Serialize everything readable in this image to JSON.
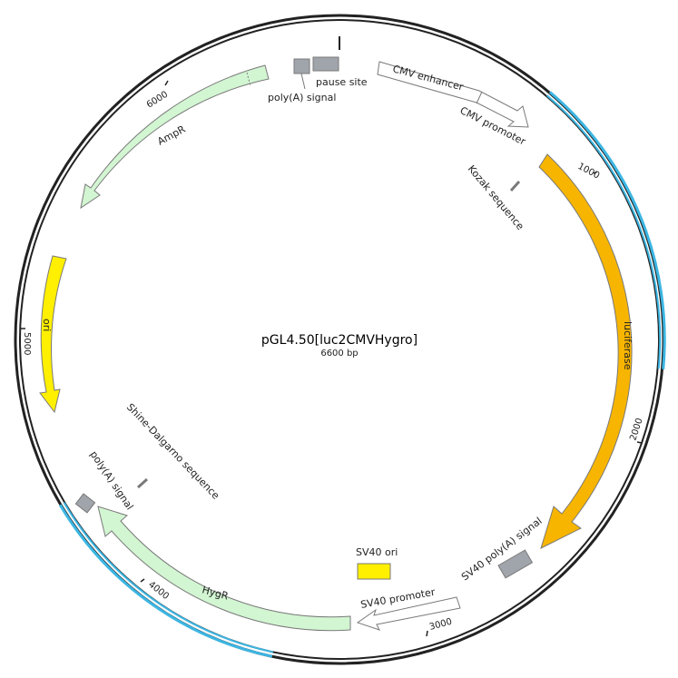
{
  "plasmid": {
    "name": "pGL4.50[luc2CMVHygro]",
    "size_label": "6600 bp",
    "length_bp": 6600
  },
  "colors": {
    "backbone": "#222222",
    "highlight": "#3cb6e3",
    "cmv": "#ffffff",
    "luciferase": "#f7b500",
    "hygr": "#d2f5d2",
    "ampr": "#d2f5d2",
    "ori": "#ffef00",
    "grey_box": "#a0a4ab",
    "feature_stroke": "#7a7a7a"
  },
  "ticks": [
    {
      "bp": 1000,
      "label": "1000"
    },
    {
      "bp": 2000,
      "label": "2000"
    },
    {
      "bp": 3000,
      "label": "3000"
    },
    {
      "bp": 4000,
      "label": "4000"
    },
    {
      "bp": 5000,
      "label": "5000"
    },
    {
      "bp": 6000,
      "label": "6000"
    }
  ],
  "labels": {
    "cmv_enhancer": "CMV enhancer",
    "cmv_promoter": "CMV promoter",
    "kozak": "Kozak sequence",
    "luciferase": "luciferase",
    "sv40_polya": "SV40 poly(A) signal",
    "sv40_ori": "SV40 ori",
    "sv40_promoter": "SV40 promoter",
    "hygr": "HygR",
    "polya_left": "poly(A) signal",
    "shine_dalgarno": "Shine-Dalgarno sequence",
    "ori": "ori",
    "ampr": "AmpR",
    "polya_top": "poly(A) signal",
    "pause_site": "pause site"
  }
}
